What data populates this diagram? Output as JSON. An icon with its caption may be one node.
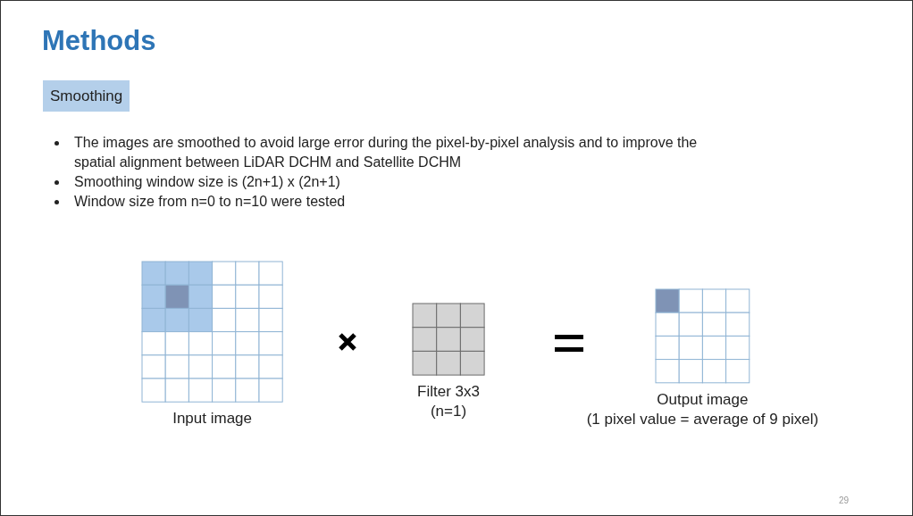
{
  "diagram": {
    "title": "Methods",
    "nodes": [
      {
        "text": [
          "Smoothing"
        ]
      },
      {
        "text": [],
        "shape": "picture",
        "beside": [
          "Input image"
        ]
      },
      {
        "text": [],
        "shape": "picture",
        "beside": [
          "Filter 3x3",
          "(n=1)"
        ]
      },
      {
        "text": [],
        "shape": "picture",
        "beside": [
          "Output image",
          "(1 pixel value = average of 9 pixel)"
        ]
      }
    ],
    "edges": [],
    "labels": [
      "The images are smoothed to avoid large error during the pixel-by-pixel analysis and to improve the spatial alignment between LiDAR DCHM and Satellite DCHM",
      "Smoothing window size is (2n+1) x (2n+1)",
      "Window size from n=0 to n=10 were tested",
      "29"
    ]
  }
}
